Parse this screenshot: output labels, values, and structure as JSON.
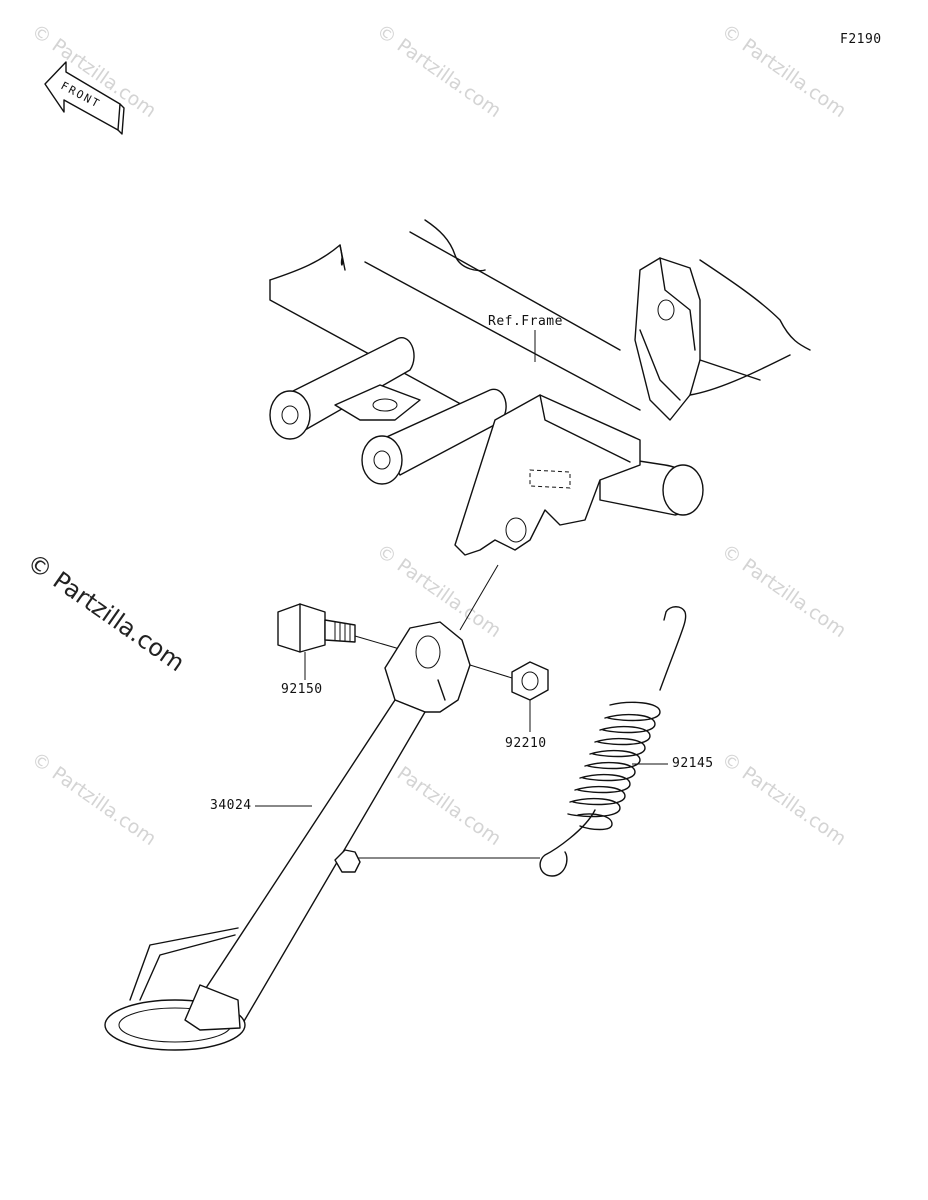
{
  "figure_code": "F2190",
  "front_label": "FRONT",
  "watermark": "© Partzilla.com",
  "watermark_small": "© Partzilla.com",
  "parts": [
    {
      "number": "Ref.Frame"
    },
    {
      "number": "92150"
    },
    {
      "number": "92210"
    },
    {
      "number": "92145"
    },
    {
      "number": "34024"
    }
  ]
}
